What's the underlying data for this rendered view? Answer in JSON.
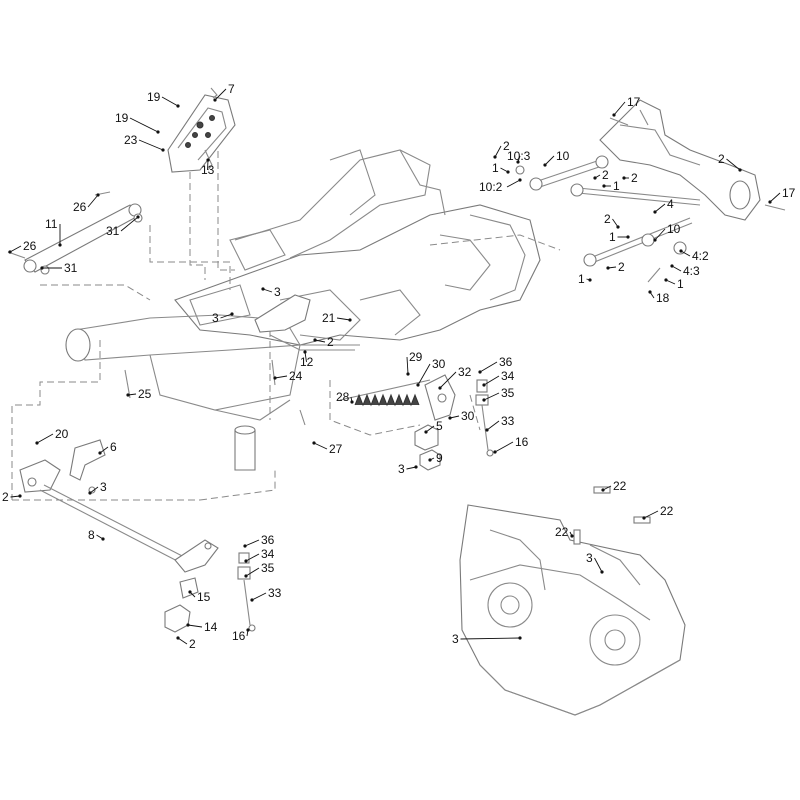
{
  "callouts": [
    {
      "label": "19"
    },
    {
      "label": "7"
    },
    {
      "label": "19"
    },
    {
      "label": "23"
    },
    {
      "label": "13"
    },
    {
      "label": "26"
    },
    {
      "label": "11"
    },
    {
      "label": "31"
    },
    {
      "label": "26"
    },
    {
      "label": "31"
    },
    {
      "label": "3"
    },
    {
      "label": "3"
    },
    {
      "label": "21"
    },
    {
      "label": "2"
    },
    {
      "label": "12"
    },
    {
      "label": "24"
    },
    {
      "label": "25"
    },
    {
      "label": "29"
    },
    {
      "label": "30"
    },
    {
      "label": "32"
    },
    {
      "label": "28"
    },
    {
      "label": "30"
    },
    {
      "label": "36"
    },
    {
      "label": "34"
    },
    {
      "label": "35"
    },
    {
      "label": "33"
    },
    {
      "label": "16"
    },
    {
      "label": "5"
    },
    {
      "label": "9"
    },
    {
      "label": "3"
    },
    {
      "label": "27"
    },
    {
      "label": "20"
    },
    {
      "label": "6"
    },
    {
      "label": "3"
    },
    {
      "label": "2"
    },
    {
      "label": "8"
    },
    {
      "label": "36"
    },
    {
      "label": "34"
    },
    {
      "label": "35"
    },
    {
      "label": "33"
    },
    {
      "label": "16"
    },
    {
      "label": "15"
    },
    {
      "label": "14"
    },
    {
      "label": "2"
    },
    {
      "label": "17"
    },
    {
      "label": "2"
    },
    {
      "label": "10:3"
    },
    {
      "label": "10"
    },
    {
      "label": "1"
    },
    {
      "label": "10:2"
    },
    {
      "label": "2"
    },
    {
      "label": "1"
    },
    {
      "label": "2"
    },
    {
      "label": "2"
    },
    {
      "label": "17"
    },
    {
      "label": "4"
    },
    {
      "label": "2"
    },
    {
      "label": "1"
    },
    {
      "label": "10"
    },
    {
      "label": "4:2"
    },
    {
      "label": "4:3"
    },
    {
      "label": "2"
    },
    {
      "label": "1"
    },
    {
      "label": "1"
    },
    {
      "label": "18"
    },
    {
      "label": "22"
    },
    {
      "label": "22"
    },
    {
      "label": "22"
    },
    {
      "label": "3"
    },
    {
      "label": "3"
    }
  ]
}
